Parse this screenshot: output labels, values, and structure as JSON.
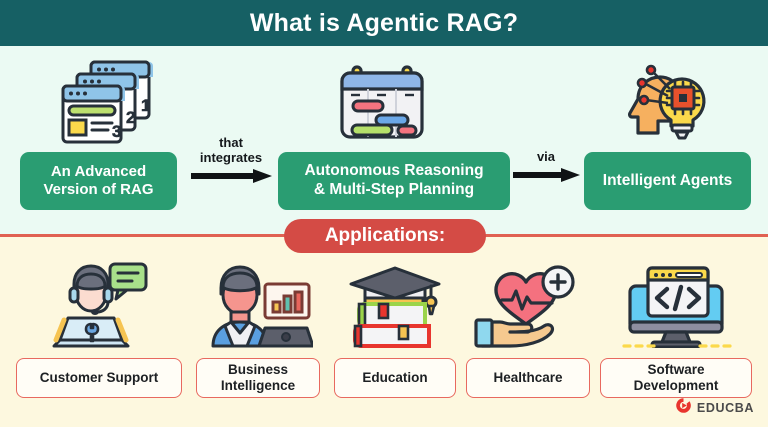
{
  "header": {
    "title": "What is Agentic RAG?"
  },
  "flow": {
    "nodes": [
      {
        "id": "rag",
        "label": "An Advanced\nVersion of RAG",
        "icon": "stacked-documents-icon"
      },
      {
        "id": "reason",
        "label": "Autonomous Reasoning\n& Multi-Step Planning",
        "icon": "planning-board-icon"
      },
      {
        "id": "agents",
        "label": "Intelligent Agents",
        "icon": "brain-lightbulb-chip-icon"
      }
    ],
    "connectors": [
      {
        "id": "connector-1",
        "label": "that\nintegrates"
      },
      {
        "id": "connector-2",
        "label": "via"
      }
    ]
  },
  "applications": {
    "banner_label": "Applications:",
    "items": [
      {
        "id": "customer-support",
        "label": "Customer Support",
        "icon": "support-agent-headset-icon"
      },
      {
        "id": "business-intelligence",
        "label": "Business\nIntelligence",
        "icon": "analyst-bar-chart-icon"
      },
      {
        "id": "education",
        "label": "Education",
        "icon": "graduation-cap-books-icon"
      },
      {
        "id": "healthcare",
        "label": "Healthcare",
        "icon": "hand-heart-pulse-icon"
      },
      {
        "id": "software-development",
        "label": "Software\nDevelopment",
        "icon": "monitor-code-icon"
      }
    ]
  },
  "branding": {
    "logo_text": "EDUCBA",
    "logo_icon": "educba-play-circle-icon"
  },
  "colors": {
    "header_teal": "#166064",
    "panel_mint": "#ebfaf3",
    "panel_cream": "#fdf8df",
    "node_green": "#2a9d72",
    "banner_red": "#d44b45",
    "divider_red": "#e06152",
    "card_border": "#e8695f",
    "logo_red": "#e8352e"
  }
}
